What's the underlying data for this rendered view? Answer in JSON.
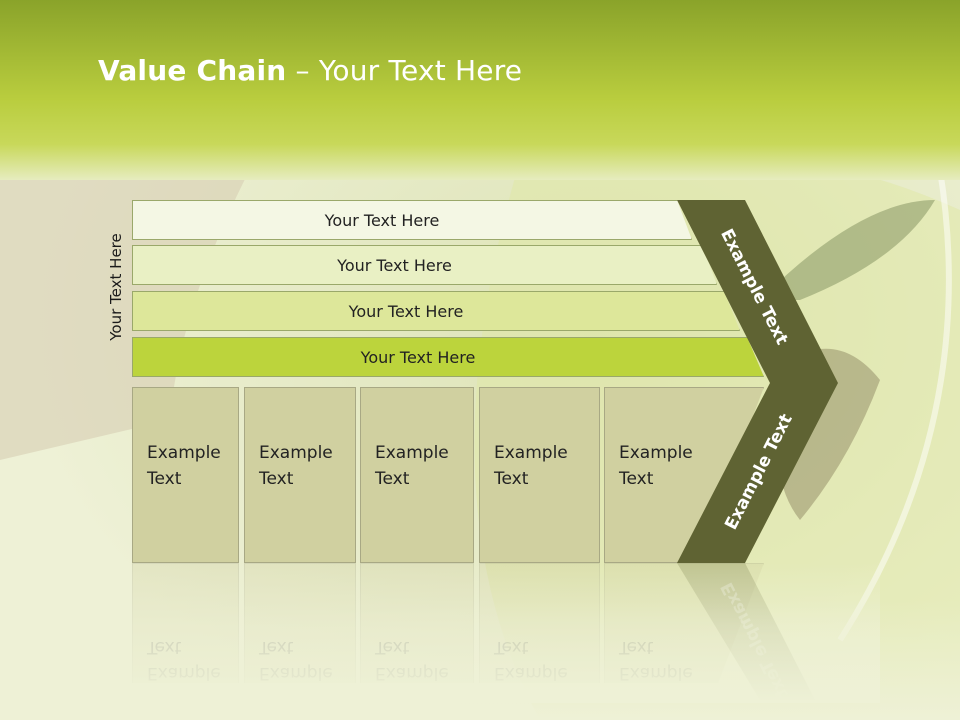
{
  "slide": {
    "title_bold": "Value Chain",
    "title_rest": " – Your Text Here",
    "side_label": "Your Text Here",
    "support_layers": [
      "Your Text Here",
      "Your Text Here",
      "Your Text Here",
      "Your Text Here"
    ],
    "primary_columns": [
      [
        "Example",
        "Text"
      ],
      [
        "Example",
        "Text"
      ],
      [
        "Example",
        "Text"
      ],
      [
        "Example",
        "Text"
      ],
      [
        "Example",
        "Text"
      ]
    ],
    "chevron_upper": "Example Text",
    "chevron_lower": "Example Text"
  },
  "colors": {
    "header_green": "#b7cc3c",
    "chevron": "#5f6333",
    "layer_fills": [
      "#f4f7e4",
      "#e9f0c4",
      "#dde79a",
      "#bcd43c"
    ],
    "column_fill": "#d0d0a0"
  }
}
